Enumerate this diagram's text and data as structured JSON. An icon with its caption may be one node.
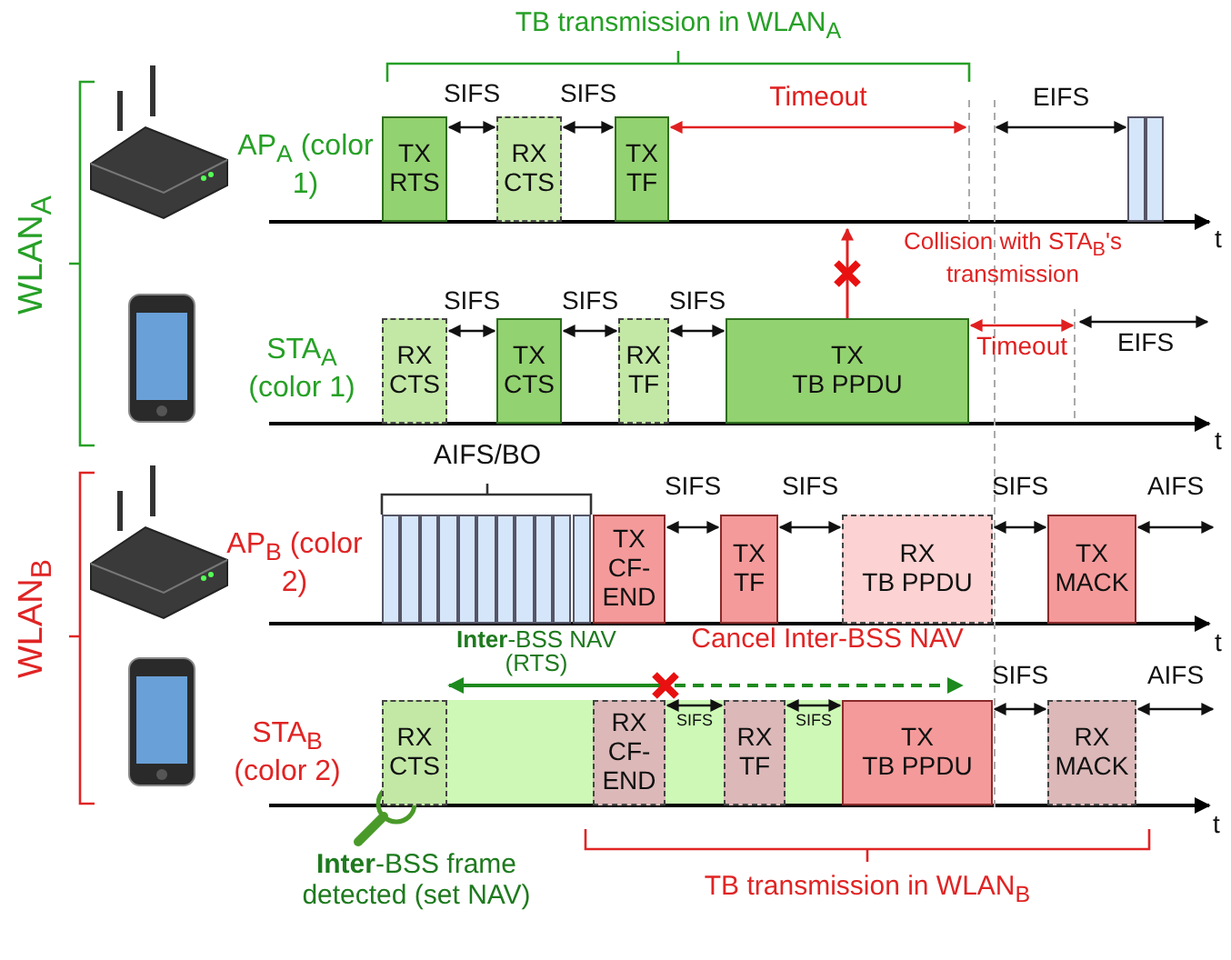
{
  "diagram": {
    "nodes": [
      {
        "text": [
          "TX RTS"
        ]
      },
      {
        "text": [
          "RX CTS"
        ]
      },
      {
        "text": [
          "TX TF"
        ]
      },
      {
        "text": [],
        "shape": "box"
      },
      {
        "text": [],
        "shape": "box"
      },
      {
        "text": [
          "RX CTS"
        ]
      },
      {
        "text": [
          "TX CTS"
        ]
      },
      {
        "text": [
          "RX TF"
        ]
      },
      {
        "text": [
          "TX TB PPDU"
        ]
      },
      {
        "text": [],
        "shape": "box"
      },
      {
        "text": [],
        "shape": "box"
      },
      {
        "text": [],
        "shape": "box"
      },
      {
        "text": [],
        "shape": "box"
      },
      {
        "text": [],
        "shape": "box"
      },
      {
        "text": [],
        "shape": "box"
      },
      {
        "text": [],
        "shape": "box"
      },
      {
        "text": [],
        "shape": "box"
      },
      {
        "text": [],
        "shape": "box"
      },
      {
        "text": [],
        "shape": "box"
      },
      {
        "text": [],
        "shape": "box"
      },
      {
        "text": [
          "TX CF-END"
        ]
      },
      {
        "text": [
          "TX TF"
        ]
      },
      {
        "text": [
          "RX TB PPDU"
        ]
      },
      {
        "text": [
          "TX MACK"
        ]
      },
      {
        "text": [
          "RX CTS"
        ]
      },
      {
        "text": [
          "RX CF-END"
        ]
      },
      {
        "text": [
          "RX TF"
        ]
      },
      {
        "text": [
          "TX TB PPDU"
        ]
      },
      {
        "text": [
          "RX MACK"
        ]
      }
    ],
    "edges": [
      {
        "from": 8,
        "to": null,
        "arrow": "to",
        "color": "#e02020"
      },
      {
        "from": 0,
        "to": 1,
        "arrow": "both",
        "label": "SIFS"
      },
      {
        "from": 1,
        "to": 2,
        "arrow": "both",
        "label": "SIFS"
      },
      {
        "from": 2,
        "to": null,
        "arrow": "both",
        "label": "Timeout",
        "color": "#e02020"
      },
      {
        "from": null,
        "to": 3,
        "arrow": "both",
        "label": "EIFS"
      },
      {
        "from": 5,
        "to": 6,
        "arrow": "both",
        "label": "SIFS"
      },
      {
        "from": 6,
        "to": 7,
        "arrow": "both",
        "label": "SIFS"
      },
      {
        "from": 7,
        "to": 8,
        "arrow": "both",
        "label": "SIFS"
      },
      {
        "from": 8,
        "to": null,
        "arrow": "both",
        "label": "Timeout",
        "color": "#e02020"
      },
      {
        "from": 20,
        "to": 21,
        "arrow": "both",
        "label": "SIFS"
      },
      {
        "from": 21,
        "to": 22,
        "arrow": "both",
        "label": "SIFS"
      },
      {
        "from": 22,
        "to": 23,
        "arrow": "both",
        "label": "SIFS"
      },
      {
        "from": 23,
        "to": null,
        "arrow": "both",
        "label": "AIFS"
      },
      {
        "from": 24,
        "to": 27,
        "arrow": "both",
        "label": "**Inter**-BSS NAV (RTS)",
        "style": "dashed",
        "color": "#1e8a1e"
      },
      {
        "from": 25,
        "to": 26,
        "arrow": "both",
        "label": "SIFS"
      },
      {
        "from": 26,
        "to": 27,
        "arrow": "both",
        "label": "SIFS"
      },
      {
        "from": 27,
        "to": 28,
        "arrow": "both",
        "label": "SIFS"
      },
      {
        "from": 28,
        "to": null,
        "arrow": "both",
        "label": "AIFS"
      }
    ],
    "labels": [
      "TB transmission in WLAN$_{A}$",
      "AP$_{A}$ (color 1)",
      "t",
      "WLAN$_{A}$",
      "Collision with STA$_{B}$'s transmission",
      "STA$_{A}$ (color 1)",
      "EIFS",
      "t",
      "AIFS/BO",
      "AP$_{B}$ (color 2)",
      "t",
      "WLAN$_{B}$",
      "Cancel Inter-BSS NAV",
      "STA$_{B}$ (color 2)",
      "t",
      "**Inter**-BSS frame detected (set NAV)",
      "TB transmission in WLAN$_{B}$"
    ]
  }
}
